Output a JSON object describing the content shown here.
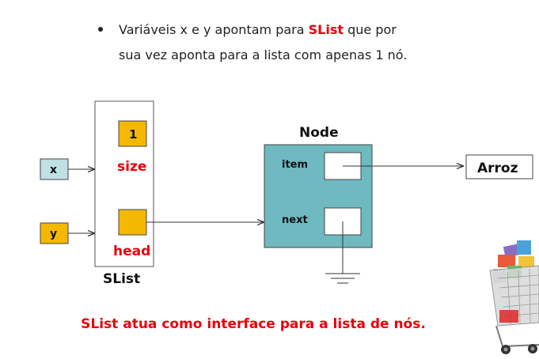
{
  "bullet": {
    "line1_pre": "Variáveis x e y apontam para ",
    "line1_highlight": "SList",
    "line1_post": " que por",
    "line2": "sua vez aponta para a lista com apenas 1 nó."
  },
  "diagram": {
    "var_x": "x",
    "var_y": "y",
    "size_value": "1",
    "size_label": "size",
    "head_label": "head",
    "slist_label": "SList",
    "node_title": "Node",
    "item_label": "item",
    "next_label": "next",
    "arroz_label": "Arroz"
  },
  "caption": "SList atua como interface para a lista de nós.",
  "colors": {
    "accent_red": "#e8000b",
    "var_x_fill": "#bfe0e4",
    "var_y_fill": "#f5b800",
    "node_fill": "#6fb9c1",
    "field_fill": "#f5b800"
  },
  "icons": [
    "shopping-cart-icon",
    "ground-icon"
  ]
}
